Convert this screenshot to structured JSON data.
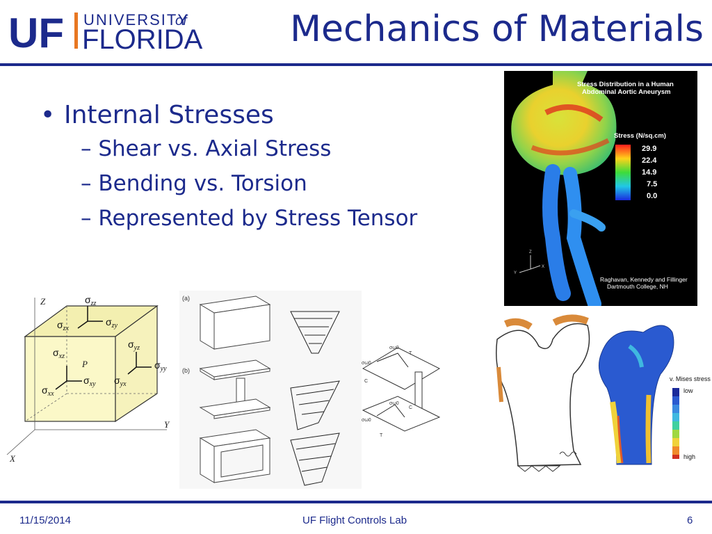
{
  "header": {
    "logo_uf": "UF",
    "logo_university": "UNIVERSITY",
    "logo_of": "of",
    "logo_florida": "FLORIDA",
    "title": "Mechanics of Materials"
  },
  "bullets": {
    "main": "Internal Stresses",
    "subs": [
      "Shear vs. Axial Stress",
      "Bending vs. Torsion",
      "Represented by Stress Tensor"
    ]
  },
  "aneurysm": {
    "title_line1": "Stress Distribution in a Human",
    "title_line2": "Abdominal Aortic Aneurysm",
    "legend_title": "Stress (N/sq.cm)",
    "legend_values": [
      "29.9",
      "22.4",
      "14.9",
      "7.5",
      "0.0"
    ],
    "axis_z": "Z",
    "axis_y": "Y",
    "axis_x": "X",
    "credit_line1": "Raghavan, Kennedy and Fillinger",
    "credit_line2": "Dartmouth College, NH"
  },
  "cube": {
    "axis_z": "Z",
    "axis_y": "Y",
    "axis_x": "X",
    "point": "P",
    "sigma": "σ",
    "labels": [
      "zz",
      "zx",
      "zy",
      "xz",
      "yz",
      "yy",
      "xx",
      "xy",
      "yx"
    ]
  },
  "beams": {
    "label_a": "(a)",
    "label_b": "(b)"
  },
  "ibeam": {
    "sigma_w0": "σω0",
    "T": "T",
    "C": "C"
  },
  "femur": {
    "legend_title": "v. Mises stress",
    "legend_low": "low",
    "legend_high": "high"
  },
  "footer": {
    "date": "11/15/2014",
    "lab": "UF Flight Controls Lab",
    "page": "6"
  }
}
